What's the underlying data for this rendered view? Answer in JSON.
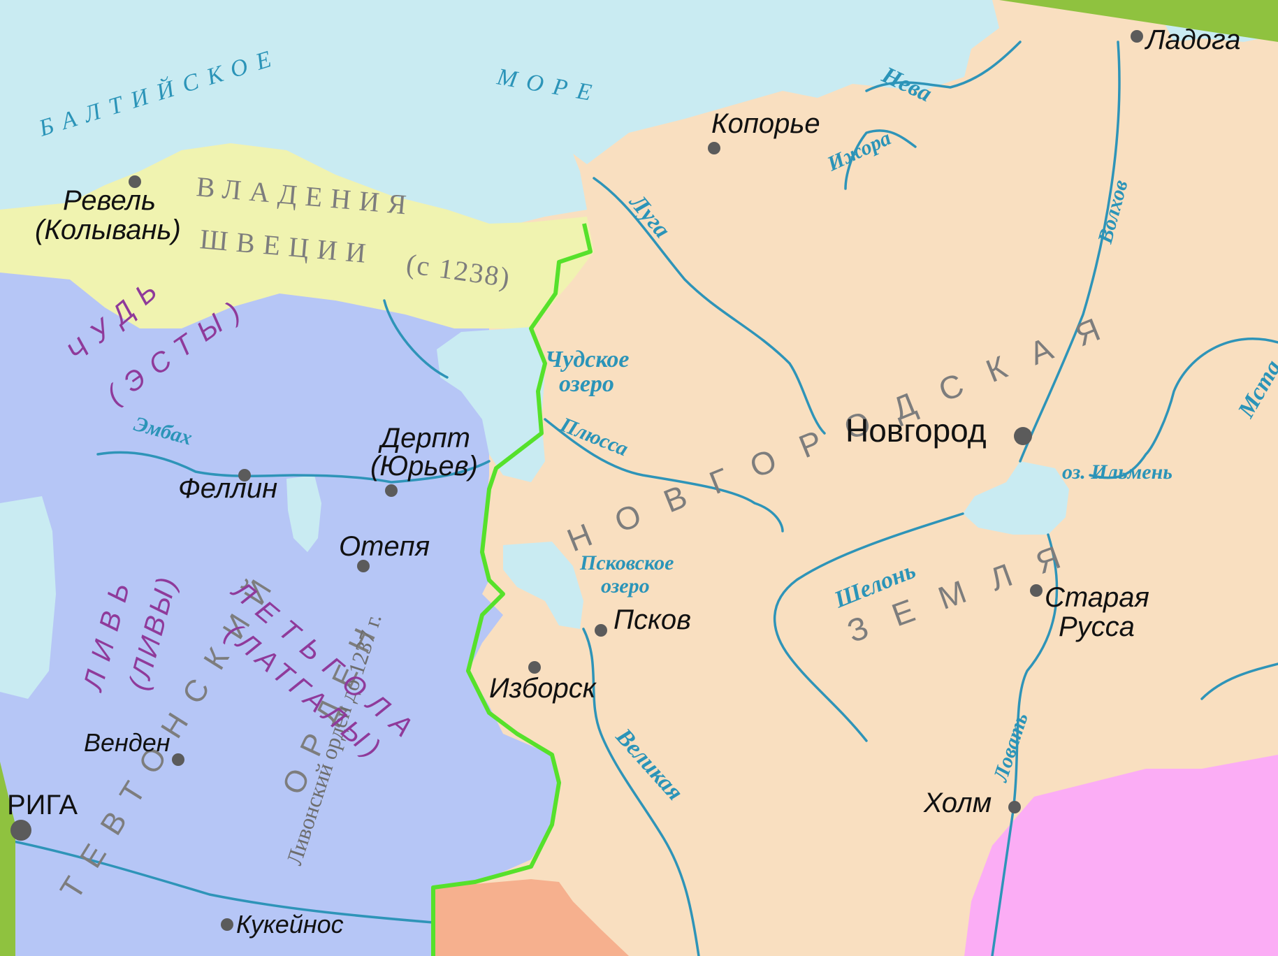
{
  "colors": {
    "sea": "#c9ebf2",
    "novgorod": "#f9dfc0",
    "sweden": "#f0f3b0",
    "order": "#b6c6f6",
    "pink": "#fbadf5",
    "salmon": "#f6b08e",
    "border": "#56e12b",
    "river": "#2e94b8",
    "corner": "#8fc23f"
  },
  "sea": {
    "baltic": "БАЛТИЙСКОЕ",
    "more": "МОРЕ"
  },
  "regions": {
    "sweden_line1": "ВЛАДЕНИЯ",
    "sweden_line2": "ШВЕЦИИ",
    "sweden_year": "(с 1238)",
    "novgorod_word": "НОВГОРОДСКАЯ",
    "zemlya_word": "ЗЕМЛЯ",
    "teutonic": "ТЕВТОНСКИЙ",
    "orden": "ОРДЕН",
    "livonian": "Ливонский орден до 1237 г.",
    "chud": "ЧУДЬ",
    "estonians": "(ЭСТЫ)",
    "liv": "ЛИВЬ",
    "livy": "(ЛИВЫ)",
    "latgola": "ЛЕТЬГОЛА",
    "latgaly": "(ЛАТГАЛЫ)"
  },
  "cities": {
    "ladoga": "Ладога",
    "koporye": "Копорье",
    "revel": "Ревель",
    "kolyvan": "(Колывань)",
    "derpt": "Дерпт",
    "yuryev": "(Юрьев)",
    "fellin": "Феллин",
    "otepya": "Отепя",
    "pskov": "Псков",
    "izborsk": "Изборск",
    "novgorod": "Новгород",
    "staraya": "Старая",
    "russa": "Русса",
    "kholm": "Холм",
    "venden": "Венден",
    "riga": "РИГА",
    "kukeynos": "Кукейнос"
  },
  "rivers": {
    "neva": "Нева",
    "izhora": "Ижора",
    "luga": "Луга",
    "volkhov": "Волхов",
    "msta": "Мста",
    "plyussa": "Плюсса",
    "embakh": "Эмбах",
    "shelon": "Шелонь",
    "lovat": "Ловать",
    "velikaya": "Великая"
  },
  "lakes": {
    "chudskoe1": "Чудское",
    "chudskoe2": "озеро",
    "pskovskoe1": "Псковское",
    "pskovskoe2": "озеро",
    "ilmen": "оз. Ильмень"
  }
}
